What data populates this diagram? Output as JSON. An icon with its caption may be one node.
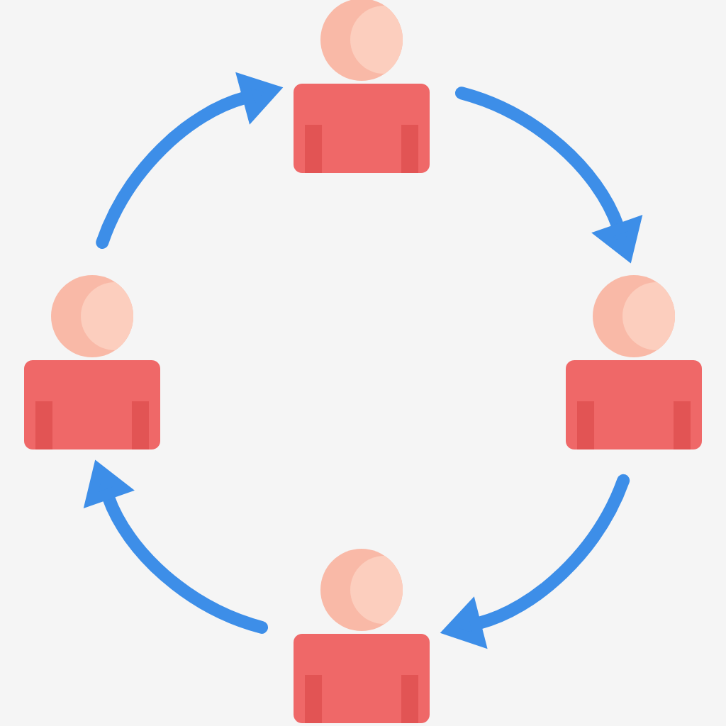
{
  "diagram": {
    "nodes": [
      {
        "text": [],
        "shape": "person"
      },
      {
        "text": [],
        "shape": "person"
      },
      {
        "text": [],
        "shape": "person"
      },
      {
        "text": [],
        "shape": "person"
      }
    ],
    "edges": [
      {
        "from": 0,
        "to": 2,
        "arrow": "to"
      },
      {
        "from": 2,
        "to": 3,
        "arrow": "to"
      },
      {
        "from": 3,
        "to": 1,
        "arrow": "to"
      },
      {
        "from": 1,
        "to": 0,
        "arrow": "to"
      }
    ]
  }
}
